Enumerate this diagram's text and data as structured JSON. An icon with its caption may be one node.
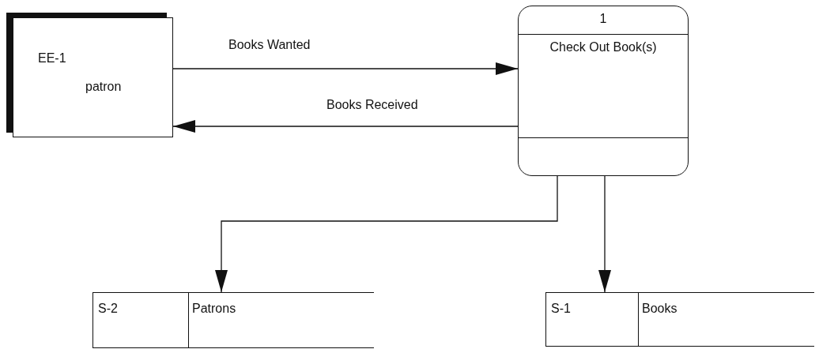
{
  "diagram": {
    "nodes": [
      {
        "text": [
          "EE-1",
          "patron"
        ]
      },
      {
        "text": [
          "1",
          "Check Out Book(s)"
        ]
      },
      {
        "text": [
          "S-2",
          "Patrons"
        ]
      },
      {
        "text": [
          "S-1",
          "Books"
        ]
      }
    ],
    "edges": [
      {
        "from": 0,
        "to": 1,
        "arrow": "to",
        "label": "Books Wanted"
      },
      {
        "from": 1,
        "to": 0,
        "arrow": "to",
        "label": "Books Received"
      },
      {
        "from": 1,
        "to": 2,
        "arrow": "to"
      },
      {
        "from": 1,
        "to": 3,
        "arrow": "to"
      }
    ]
  }
}
